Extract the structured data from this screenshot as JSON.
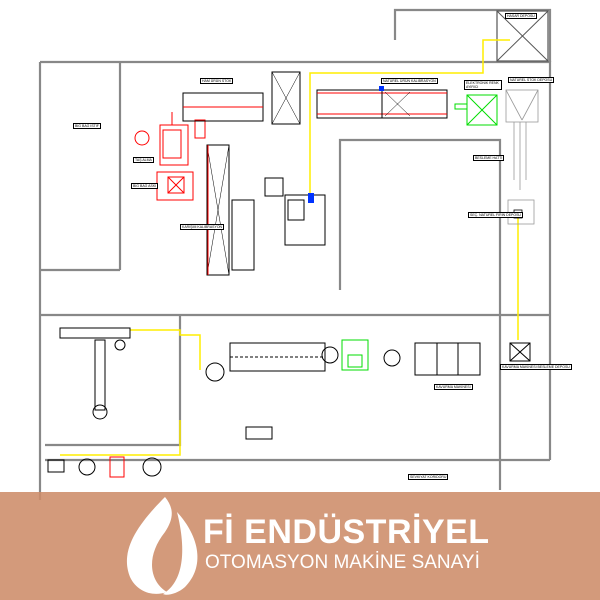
{
  "title": "Fabrika Yerleşim Planı",
  "labels": {
    "big_bag_istif": "BIG BAG İSTİF",
    "tas_alma": "TAŞ ALMA",
    "big_bag_aski": "BIG BAG ASKI",
    "kalibrasyon": "KARIŞIM KALİBRASYON",
    "ham_stok": "HAM ÜRÜN STOK",
    "naturel_stok": "NATUREL STOK DEPOSU",
    "renk_ayirici": "ELEKTRONİK RENK AYIRICI",
    "naturel_kalibrasyon": "NATUREL ÜRÜN KALİBRASYON",
    "hasar_deposu": "HASAR DEPOSU",
    "besleme_hatti": "BESLEME HATTI",
    "firin_deposu": "SEÇ. NATUREL FIRIN DEPOSU",
    "kavurma_makinesi": "KAVURMA MAKİNESİ",
    "kavurma_besleme": "KAVURMA MAKİNESİ BESLEME DEPOSU",
    "sevkiyat": "SEVKİYAT KORİDORU"
  },
  "brand": {
    "name": "Fİ ENDÜSTRİYEL",
    "subtitle": "OTOMASYON MAKİNE SANAYİ"
  },
  "colors": {
    "wall": "#888888",
    "conveyor": "#ffee00",
    "sorter": "#00dd00",
    "stone": "#ff0000",
    "banner": "#cd8c69"
  }
}
